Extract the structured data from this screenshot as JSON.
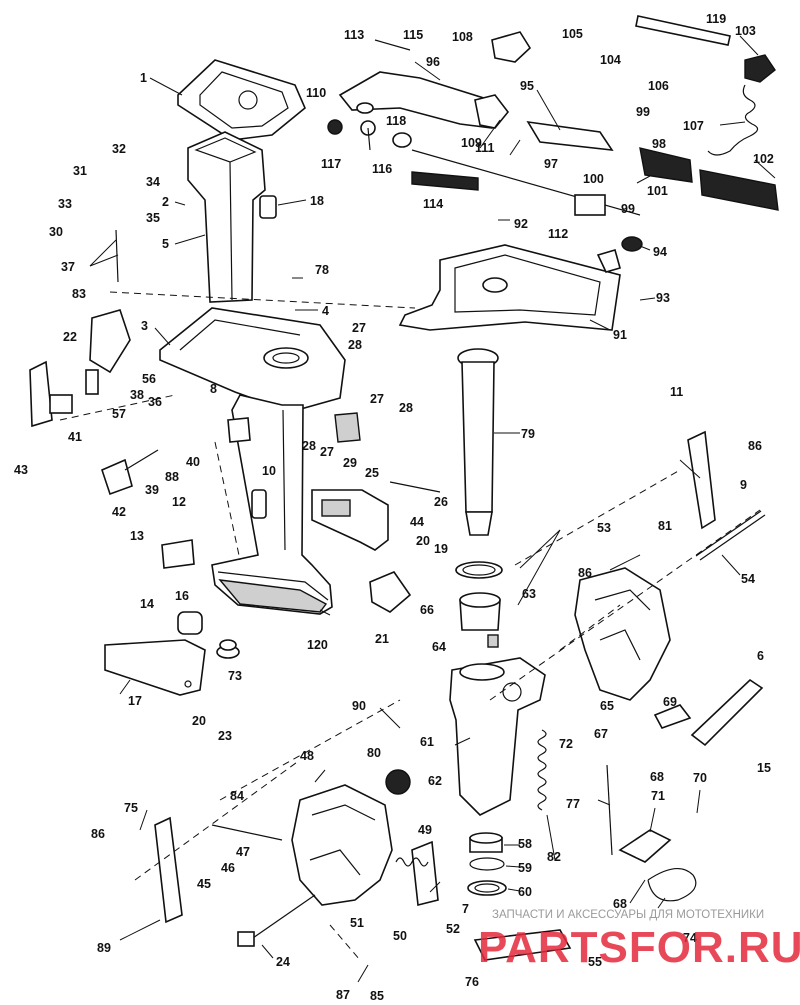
{
  "diagram": {
    "callouts": {
      "c1": "1",
      "c2": "2",
      "c3": "3",
      "c4": "4",
      "c5": "5",
      "c6": "6",
      "c7": "7",
      "c8": "8",
      "c9": "9",
      "c10": "10",
      "c11": "11",
      "c12": "12",
      "c13": "13",
      "c14": "14",
      "c15": "15",
      "c16": "16",
      "c17": "17",
      "c18": "18",
      "c19": "19",
      "c20a": "20",
      "c20b": "20",
      "c21": "21",
      "c22": "22",
      "c23": "23",
      "c24": "24",
      "c25": "25",
      "c26": "26",
      "c27a": "27",
      "c27b": "27",
      "c27c": "27",
      "c28a": "28",
      "c28b": "28",
      "c28c": "28",
      "c29": "29",
      "c30": "30",
      "c31": "31",
      "c32": "32",
      "c33": "33",
      "c34": "34",
      "c35": "35",
      "c36": "36",
      "c37": "37",
      "c38": "38",
      "c39": "39",
      "c40": "40",
      "c41": "41",
      "c42": "42",
      "c43": "43",
      "c44": "44",
      "c45": "45",
      "c46": "46",
      "c47": "47",
      "c48": "48",
      "c49": "49",
      "c50": "50",
      "c51": "51",
      "c52": "52",
      "c53": "53",
      "c54": "54",
      "c55": "55",
      "c56": "56",
      "c57": "57",
      "c58": "58",
      "c59": "59",
      "c60": "60",
      "c61": "61",
      "c62": "62",
      "c63": "63",
      "c64": "64",
      "c65": "65",
      "c66": "66",
      "c67": "67",
      "c68a": "68",
      "c68b": "68",
      "c69": "69",
      "c70": "70",
      "c71": "71",
      "c72": "72",
      "c73": "73",
      "c74": "74",
      "c75": "75",
      "c76": "76",
      "c77": "77",
      "c78": "78",
      "c79": "79",
      "c80": "80",
      "c81": "81",
      "c82": "82",
      "c83": "83",
      "c84": "84",
      "c85": "85",
      "c86a": "86",
      "c86b": "86",
      "c86c": "86",
      "c87": "87",
      "c88": "88",
      "c89": "89",
      "c90": "90",
      "c91": "91",
      "c92": "92",
      "c93": "93",
      "c94": "94",
      "c95": "95",
      "c96": "96",
      "c97": "97",
      "c98": "98",
      "c99a": "99",
      "c99b": "99",
      "c100": "100",
      "c101": "101",
      "c102": "102",
      "c103": "103",
      "c104": "104",
      "c105": "105",
      "c106": "106",
      "c107": "107",
      "c108": "108",
      "c109": "109",
      "c110": "110",
      "c111": "111",
      "c112": "112",
      "c113": "113",
      "c114": "114",
      "c115": "115",
      "c116": "116",
      "c117": "117",
      "c118": "118",
      "c119": "119",
      "c120": "120"
    }
  },
  "watermark": {
    "caption": "ЗАПЧАСТИ И АКСЕССУАРЫ ДЛЯ МОТОТЕХНИКИ",
    "site": "PARTSFOR.RU"
  }
}
